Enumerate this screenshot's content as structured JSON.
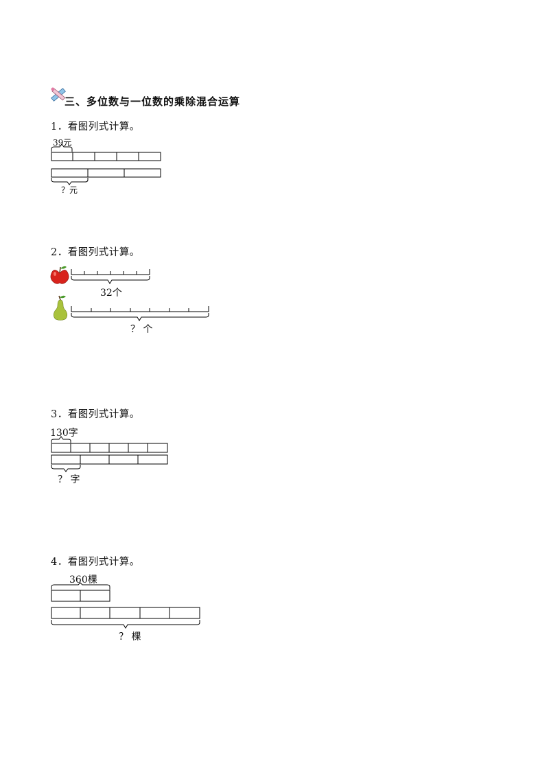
{
  "section": {
    "title": "三、多位数与一位数的乘除混合运算",
    "icon": "pencil-ruler-icon"
  },
  "problems": [
    {
      "number": "1．",
      "prompt": "看图列式计算。",
      "top_label": "39元",
      "bottom_label": "？元"
    },
    {
      "number": "2．",
      "prompt": "看图列式计算。",
      "top_label": "32个",
      "bottom_label": "？ 个",
      "icons": [
        "apple-icon",
        "pear-icon"
      ]
    },
    {
      "number": "3．",
      "prompt": "看图列式计算。",
      "top_label": "130字",
      "bottom_label": "？ 字"
    },
    {
      "number": "4．",
      "prompt": "看图列式计算。",
      "top_label": "360棵",
      "bottom_label": "？ 棵"
    }
  ],
  "colors": {
    "apple": "#d8231c",
    "pear": "#a9c23c"
  }
}
